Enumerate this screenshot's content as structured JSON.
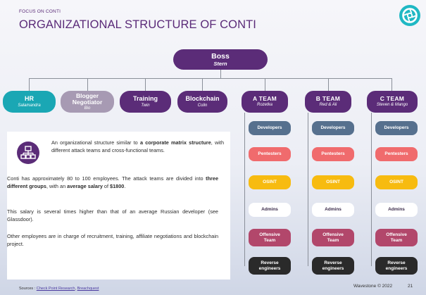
{
  "header": {
    "kicker": "FOCUS ON CONTI",
    "title": "ORGANIZATIONAL STRUCTURE OF CONTI"
  },
  "logo": {
    "icon": "aperture-logo-icon",
    "color": "#1fb8c4"
  },
  "boss": {
    "name": "Boss",
    "alias": "Stern"
  },
  "departments": [
    {
      "name": "HR",
      "alias": "Salamandra",
      "color": "#1aa7b4"
    },
    {
      "name": "Blogger Negotiator",
      "alias": "Bio",
      "color": "#a79ab3"
    },
    {
      "name": "Training",
      "alias": "Twin",
      "color": "#5b2c78"
    },
    {
      "name": "Blockchain",
      "alias": "Colin",
      "color": "#5b2c78"
    }
  ],
  "teams": [
    {
      "name": "A TEAM",
      "alias": "Rozetka",
      "roles": [
        "Developers",
        "Pentesters",
        "OSINT",
        "Admins",
        "Offensive Team",
        "Reverse engineers"
      ]
    },
    {
      "name": "B TEAM",
      "alias": "Red & Ali",
      "roles": [
        "Developers",
        "Pentesters",
        "OSINT",
        "Admins",
        "Offensive Team",
        "Reverse engineers"
      ]
    },
    {
      "name": "C TEAM",
      "alias": "Steven & Mango",
      "roles": [
        "Developers",
        "Pentesters",
        "OSINT",
        "Admins",
        "Offensive Team",
        "Reverse engineers"
      ]
    }
  ],
  "textbox": {
    "icon": "org-chart-icon",
    "p1": [
      {
        "text": "An organizational structure similar to ",
        "bold": false
      },
      {
        "text": "a corporate matrix structure",
        "bold": true
      },
      {
        "text": ", with different attack teams and cross-functional teams.",
        "bold": false
      }
    ],
    "p2": [
      {
        "text": "Conti has approximately 80 to 100 employees. The attack teams are divided into ",
        "bold": false
      },
      {
        "text": "three different groups",
        "bold": true
      },
      {
        "text": ", with an ",
        "bold": false
      },
      {
        "text": "average salary",
        "bold": true
      },
      {
        "text": " of ",
        "bold": false
      },
      {
        "text": "$1800",
        "bold": true
      },
      {
        "text": ".",
        "bold": false
      }
    ],
    "p3": [
      {
        "text": "This salary is several times higher than that of an average Russian developer (see Glassdoor).",
        "bold": false
      }
    ],
    "p4": [
      {
        "text": "Other employees are in charge of recruitment, training, affiliate negotiations and blockchain project.",
        "bold": false
      }
    ]
  },
  "footer": {
    "sources_label": "Sources : ",
    "link1": "Check Point Research",
    "sep": ", ",
    "link2": "Breachquest",
    "brand": "Wavestone © 2022",
    "page": "21"
  }
}
